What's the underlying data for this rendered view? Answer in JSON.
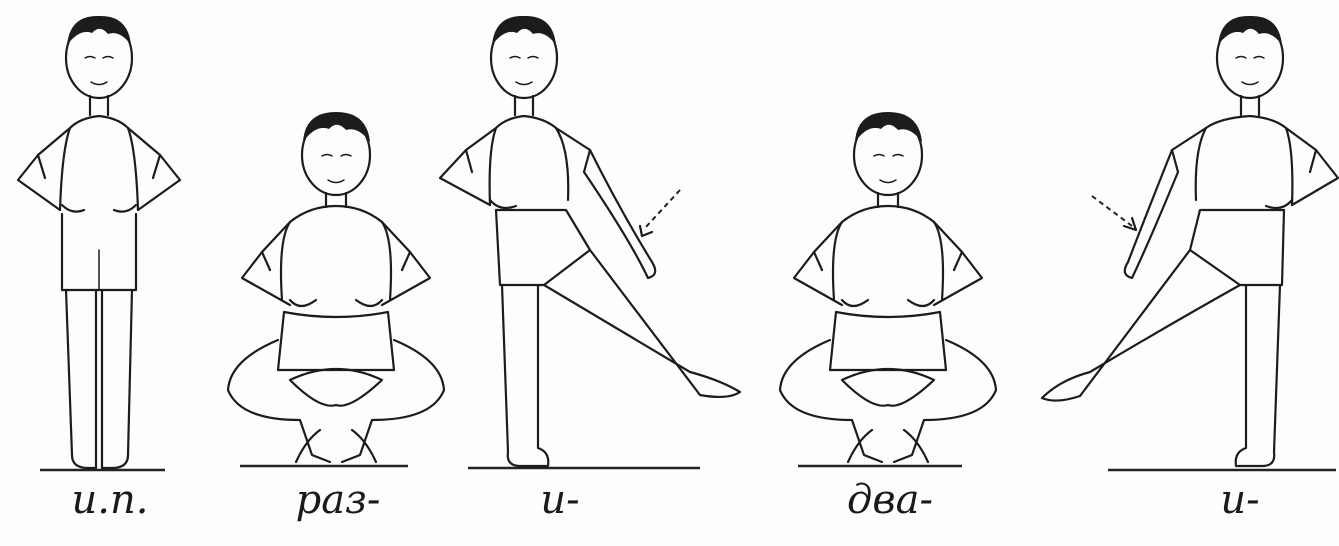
{
  "figures": [
    {
      "id": "fig1",
      "caption": "и.п."
    },
    {
      "id": "fig2",
      "caption": "раз-"
    },
    {
      "id": "fig3",
      "caption": "и-"
    },
    {
      "id": "fig4",
      "caption": "два-"
    },
    {
      "id": "fig5",
      "caption": "и-"
    }
  ],
  "colors": {
    "ink": "#1c1c1c",
    "paper": "#fdfdfb"
  },
  "icons": [
    "standing-boy-icon",
    "squat-boy-icon",
    "leg-raise-boy-icon",
    "squat-boy-icon",
    "leg-raise-boy-icon",
    "dashed-arrow-icon"
  ]
}
